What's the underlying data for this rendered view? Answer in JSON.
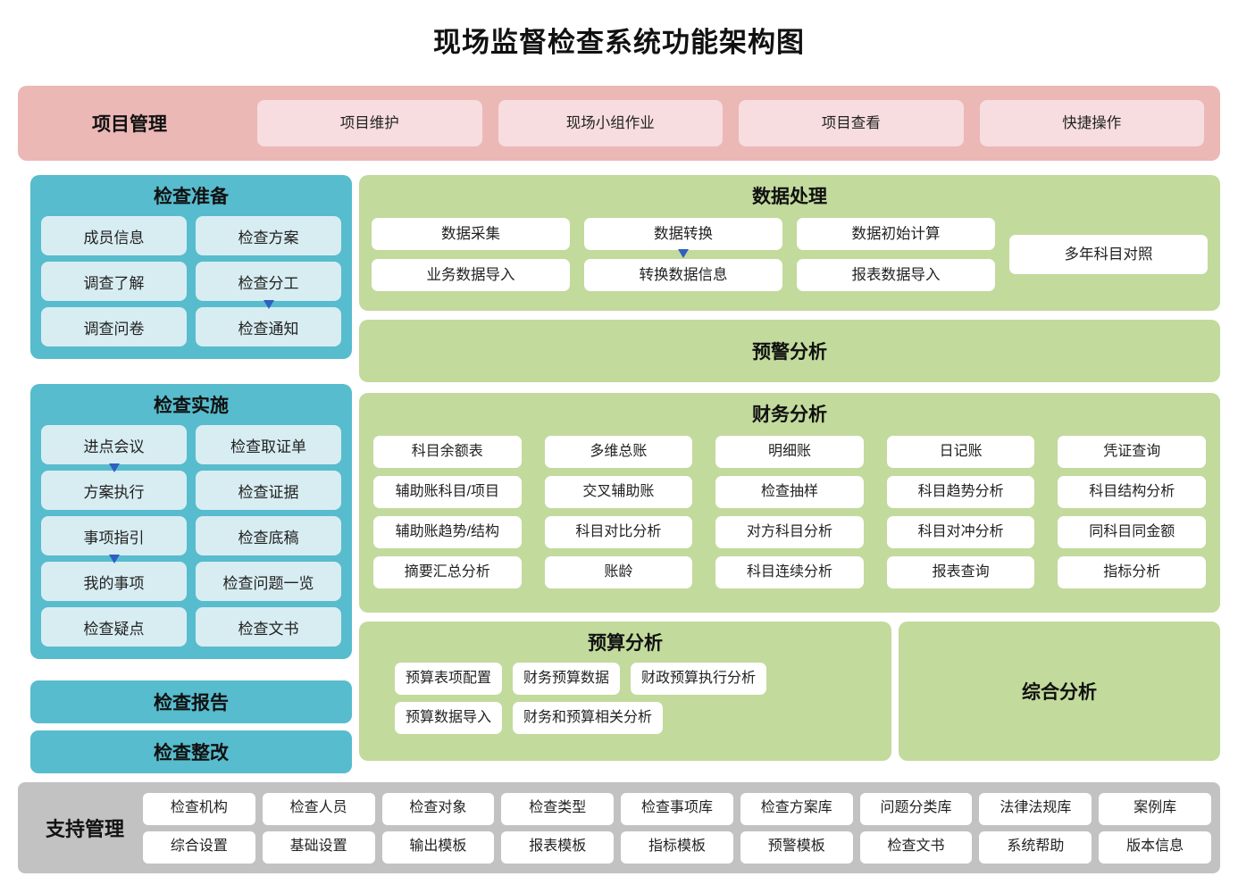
{
  "title": "现场监督检查系统功能架构图",
  "colors": {
    "pink_band": "#EBB8B6",
    "pink_chip": "#F7DDDF",
    "teal_panel": "#57BCCD",
    "teal_chip": "#D8EDF2",
    "green_panel": "#C2DA9C",
    "gray_band": "#C2C2C2",
    "arrow": "#2E5FC2",
    "chip_white": "#FFFFFF"
  },
  "project_management": {
    "label": "项目管理",
    "items": [
      "项目维护",
      "现场小组作业",
      "项目查看",
      "快捷操作"
    ]
  },
  "inspection_preparation": {
    "title": "检查准备",
    "items": [
      "成员信息",
      "检查方案",
      "调查了解",
      "检查分工",
      "调查问卷",
      "检查通知"
    ],
    "arrow_after_index": 3
  },
  "inspection_implementation": {
    "title": "检查实施",
    "items": [
      "进点会议",
      "检查取证单",
      "方案执行",
      "检查证据",
      "事项指引",
      "检查底稿",
      "我的事项",
      "检查问题一览",
      "检查疑点",
      "检查文书"
    ],
    "arrow_after_indices": [
      0,
      4
    ]
  },
  "inspection_report": {
    "label": "检查报告"
  },
  "inspection_rectification": {
    "label": "检查整改"
  },
  "data_processing": {
    "title": "数据处理",
    "columns": [
      [
        "数据采集",
        "业务数据导入"
      ],
      [
        "数据转换",
        "转换数据信息"
      ],
      [
        "数据初始计算",
        "报表数据导入"
      ]
    ],
    "arrow_column_index": 1,
    "tall_item": "多年科目对照"
  },
  "warning_analysis": {
    "title": "预警分析"
  },
  "financial_analysis": {
    "title": "财务分析",
    "items": [
      "科目余额表",
      "多维总账",
      "明细账",
      "日记账",
      "凭证查询",
      "辅助账科目/项目",
      "交叉辅助账",
      "检查抽样",
      "科目趋势分析",
      "科目结构分析",
      "辅助账趋势/结构",
      "科目对比分析",
      "对方科目分析",
      "科目对冲分析",
      "同科目同金额",
      "摘要汇总分析",
      "账龄",
      "科目连续分析",
      "报表查询",
      "指标分析"
    ]
  },
  "budget_analysis": {
    "title": "预算分析",
    "rows": [
      [
        "预算表项配置",
        "财务预算数据",
        "财政预算执行分析"
      ],
      [
        "预算数据导入",
        "财务和预算相关分析"
      ]
    ]
  },
  "comprehensive_analysis": {
    "title": "综合分析"
  },
  "support_management": {
    "label": "支持管理",
    "items": [
      "检查机构",
      "检查人员",
      "检查对象",
      "检查类型",
      "检查事项库",
      "检查方案库",
      "问题分类库",
      "法律法规库",
      "案例库",
      "综合设置",
      "基础设置",
      "输出模板",
      "报表模板",
      "指标模板",
      "预警模板",
      "检查文书",
      "系统帮助",
      "版本信息"
    ]
  }
}
